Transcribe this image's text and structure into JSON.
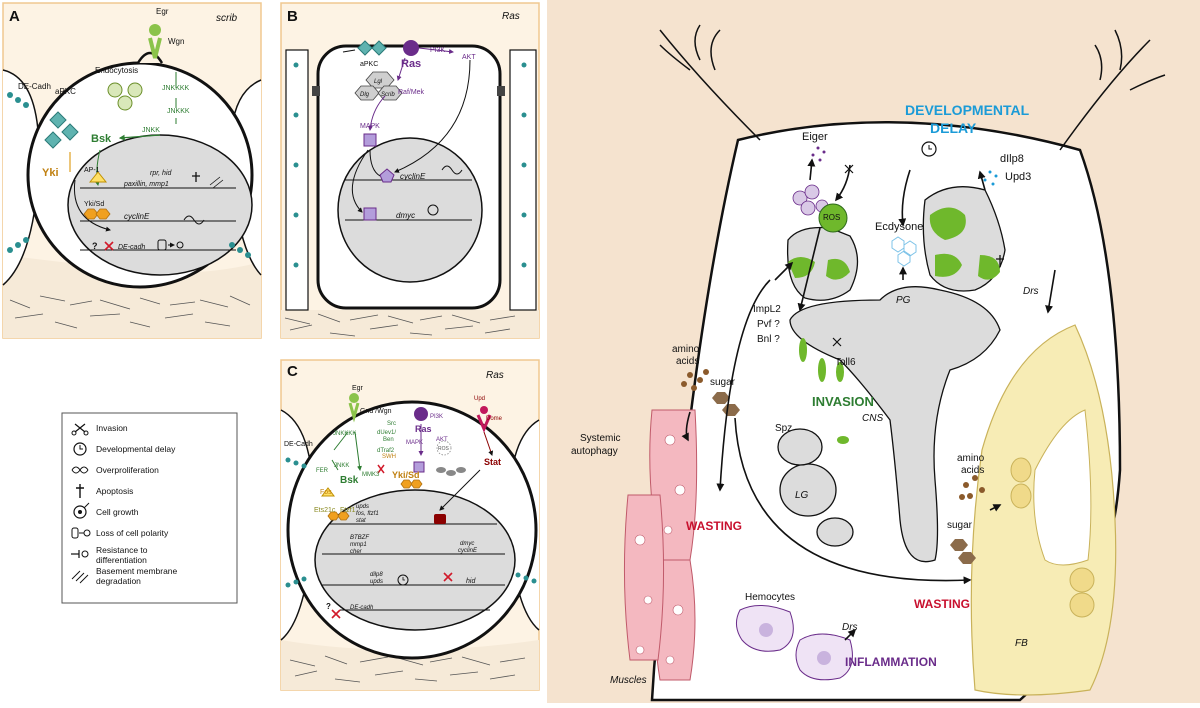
{
  "panel_a": {
    "letter": "A",
    "genotype": "scrib",
    "egr": "Egr",
    "wgn": "Wgn",
    "endocytosis": "Endocytosis",
    "de_cadh": "DE-Cadh",
    "apkc": "aPKC",
    "jnkkkk": "JNKKKK",
    "jnkkk": "JNKKK",
    "jnkk": "JNKK",
    "bsk": "Bsk",
    "yki": "Yki",
    "ap1": "AP-1",
    "rpr_hid": "rpr, hid",
    "paxillin": "paxillin, mmp1",
    "yki_sd": "Yki/Sd",
    "cycline": "cyclinE",
    "q": "?",
    "decadh_gene": "DE-cadh"
  },
  "panel_b": {
    "letter": "B",
    "genotype": "Ras",
    "apkc": "aPKC",
    "ras": "Ras",
    "pi3k": "PI3K",
    "akt": "AKT",
    "lgl": "Lgl",
    "dlg": "Dlg",
    "scrib": "Scrib",
    "rafmek": "Raf/Mek",
    "mapk": "MAPK",
    "cycline": "cyclinE",
    "dmyc": "dmyc"
  },
  "panel_c": {
    "letter": "C",
    "genotype": "Ras",
    "egr": "Egr",
    "gnd_wgn": "Gnd /Wgn",
    "src": "Src",
    "dlev1": "dUev1/",
    "ben": "Ben",
    "dtraf2": "dTraf2",
    "jnkkkk": "JNKKKK",
    "jnkk": "JNKK",
    "bsk": "Bsk",
    "fer": "FER",
    "mmk3": "MMK3",
    "fos": "Fos",
    "ets": "Ets21c",
    "ftzf1": "Ftzf1",
    "ras": "Ras",
    "pi3k": "PI3K",
    "mapk": "MAPK",
    "akt": "AKT",
    "swh": "SWH",
    "yki_sd": "Yki/Sd",
    "upd": "Upd",
    "dome": "Dome",
    "stat": "Stat",
    "ros": "ROS",
    "de_cadh": "DE-Cadh",
    "q": "?",
    "upds1": "upds",
    "fos_ftzf1": "fos, ftzf1",
    "stat_gene": "stat",
    "btbzf": "BTBZF",
    "mmp1": "mmp1",
    "cher": "cher",
    "dmyc": "dmyc",
    "cycline": "cyclinE",
    "dilp8": "dilp8",
    "upds2": "upds",
    "hid": "hid",
    "decadh_gene": "DE-cadh"
  },
  "legend": {
    "items": [
      {
        "icon": "scissors",
        "label": "Invasion"
      },
      {
        "icon": "clock",
        "label": "Developmental delay"
      },
      {
        "icon": "dna",
        "label": "Overproliferation"
      },
      {
        "icon": "cross",
        "label": "Apoptosis"
      },
      {
        "icon": "growth",
        "label": "Cell growth"
      },
      {
        "icon": "polarity",
        "label": "Loss of cell polarity"
      },
      {
        "icon": "resistance",
        "label": "Resistance to differentiation"
      },
      {
        "icon": "bm",
        "label": "Basement membrane degradation"
      }
    ]
  },
  "larva": {
    "dev_delay_1": "DEVELOPMENTAL",
    "dev_delay_2": "DELAY",
    "eiger": "Eiger",
    "ros": "ROS",
    "dilp8": "dIlp8",
    "upd3": "Upd3",
    "ecdysone": "Ecdysone",
    "impl2": "ImpL2",
    "pvf": "Pvf ?",
    "bnl": "Bnl ?",
    "pg": "PG",
    "toll6": "Toll6",
    "invasion": "INVASION",
    "cns": "CNS",
    "spz": "Spz",
    "lg": "LG",
    "amino1": "amino",
    "acids1": "acids",
    "sugar1": "sugar",
    "systemic1": "Systemic",
    "systemic2": "autophagy",
    "wasting1": "WASTING",
    "wasting2": "WASTING",
    "amino2": "amino",
    "acids2": "acids",
    "sugar2": "sugar",
    "drs1": "Drs",
    "drs2": "Drs",
    "hemocytes": "Hemocytes",
    "inflammation": "INFLAMMATION",
    "muscles": "Muscles",
    "fb": "FB"
  },
  "colors": {
    "panel_bg": "#fdf3e4",
    "panel_border": "#f0c890",
    "cell_fill": "#ffffff",
    "nucleus": "#dcdcdc",
    "green": "#2e7d32",
    "purple": "#6a2c8a",
    "orange": "#e0a020",
    "cyan": "#1b9bd7",
    "red": "#d11a2a",
    "wasting": "#c8102e",
    "tumor_green": "#6fb82c",
    "muscle": "#f4b8c0",
    "fb": "#f7ecb5",
    "larva_bg": "#f5e3cf",
    "teal": "#2a8f90"
  }
}
